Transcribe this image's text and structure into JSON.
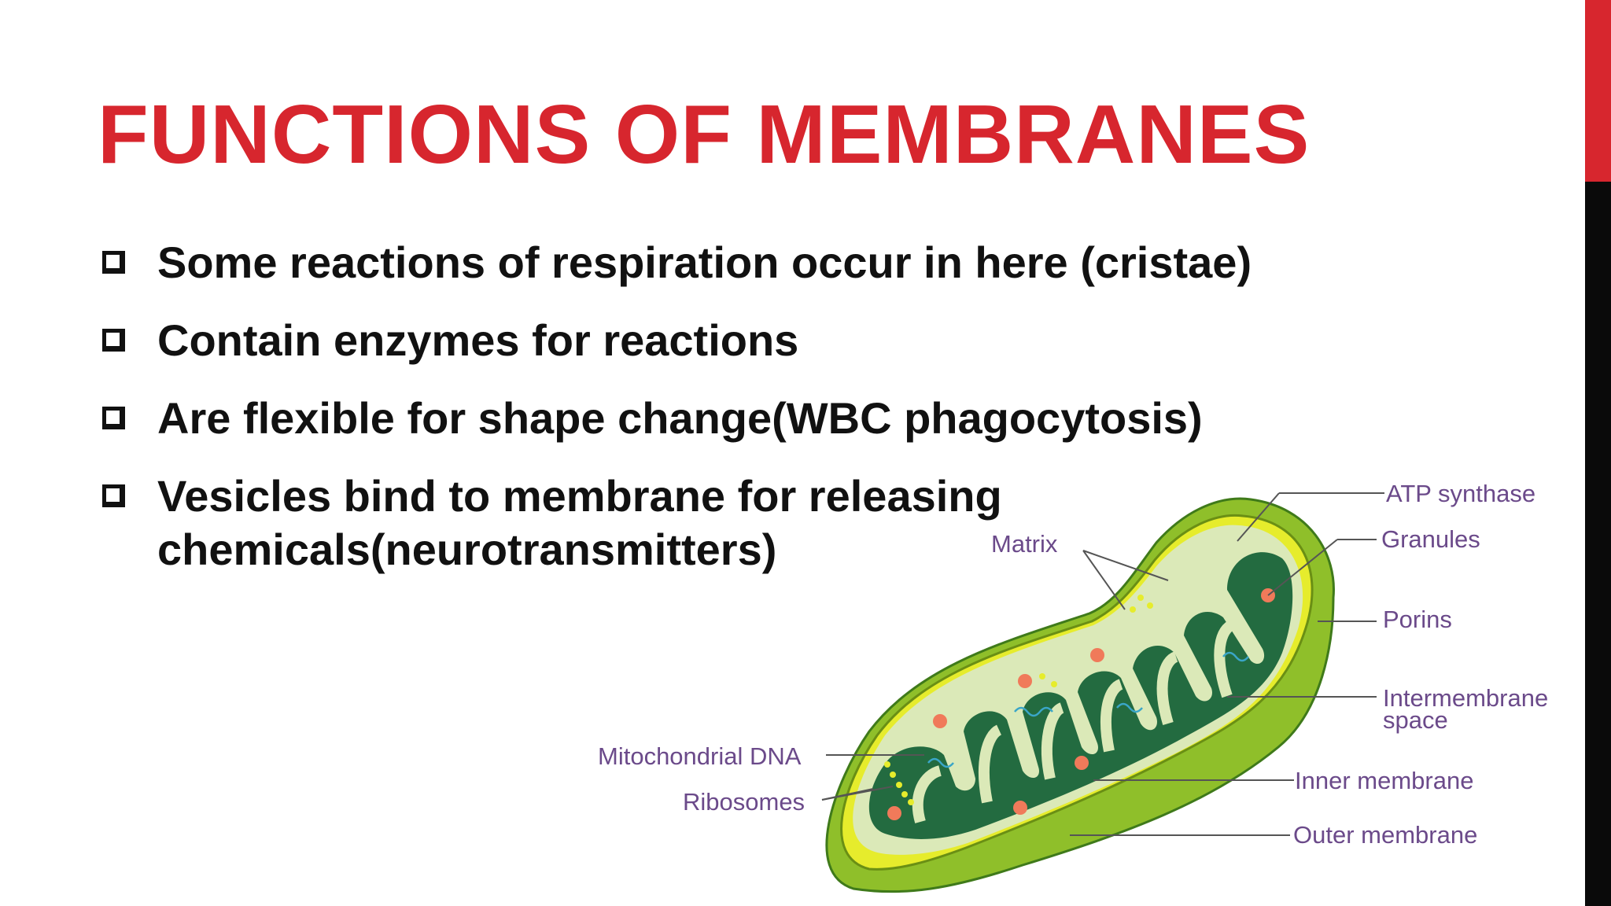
{
  "slide": {
    "title": "FUNCTIONS OF MEMBRANES",
    "accent_colors": {
      "primary": "#d7262e",
      "secondary": "#0a0a0a"
    },
    "bullets": [
      {
        "icon": "checkbox-icon",
        "lines": [
          "Some reactions of respiration occur in here (cristae)"
        ]
      },
      {
        "icon": "checkbox-icon",
        "lines": [
          "Contain enzymes for reactions"
        ]
      },
      {
        "icon": "checkbox-icon",
        "lines": [
          "Are flexible for shape change(WBC phagocytosis)"
        ]
      },
      {
        "icon": "checkbox-icon",
        "lines": [
          "Vesicles bind to membrane for releasing",
          "chemicals(neurotransmitters)"
        ]
      }
    ]
  },
  "diagram": {
    "colors": {
      "outer_membrane": "#8fbf2a",
      "inner_membrane": "#e6ec2c",
      "matrix": "#236b40",
      "intermembrane_space": "#dbe9b8",
      "label_text": "#6b4a8a"
    },
    "labels": {
      "matrix": "Matrix",
      "atp_synthase": "ATP synthase",
      "granules": "Granules",
      "porins": "Porins",
      "intermembrane_space_line1": "Intermembrane",
      "intermembrane_space_line2": "space",
      "mitochondrial_dna": "Mitochondrial DNA",
      "ribosomes": "Ribosomes",
      "inner_membrane": "Inner membrane",
      "outer_membrane": "Outer membrane"
    }
  }
}
